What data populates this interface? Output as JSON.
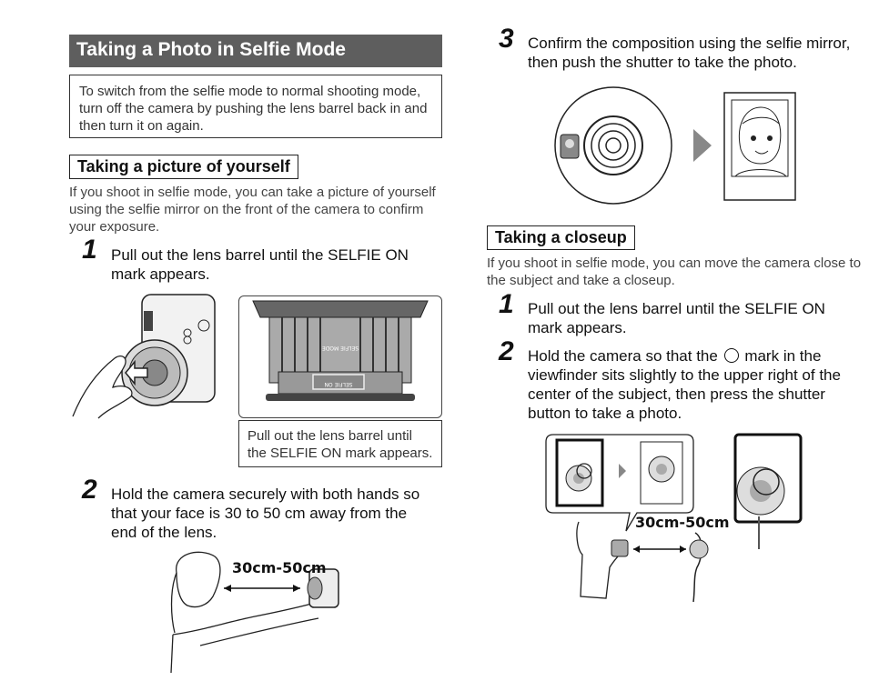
{
  "section": {
    "title": "Taking a Photo in Selfie Mode",
    "note": "To switch from the selfie mode to normal shooting mode, turn off the camera by pushing the lens barrel back in and then turn it on again."
  },
  "selfie": {
    "heading": "Taking a picture of yourself",
    "intro": "If you shoot in selfie mode, you can take a picture of yourself using the selfie mirror on the front of the camera to confirm your exposure.",
    "steps": [
      {
        "num": "1",
        "text": "Pull out the lens barrel until the SELFIE ON mark appears."
      },
      {
        "num": "2",
        "text": "Hold the camera securely with both hands so that your face is 30 to 50 cm away from the end of the lens."
      },
      {
        "num": "3",
        "text": "Confirm the composition using the selfie mirror, then push the shutter to take the photo."
      }
    ],
    "lens_caption": "Pull out the lens barrel until the SELFIE ON mark appears.",
    "lens_label_mode": "SELFIE MODE",
    "lens_label_on": "SELFIE ON",
    "distance": "30cm-50cm"
  },
  "closeup": {
    "heading": "Taking a closeup",
    "intro": "If you shoot in selfie mode, you can move the camera close to the subject and take a closeup.",
    "steps": [
      {
        "num": "1",
        "text": "Pull out the lens barrel until the SELFIE ON mark appears."
      },
      {
        "num": "2",
        "text_before": "Hold the camera so that the",
        "text_after": "mark in the viewfinder sits slightly to the upper right of the center of the subject, then press the shutter button to take a photo."
      }
    ],
    "distance": "30cm-50cm"
  }
}
